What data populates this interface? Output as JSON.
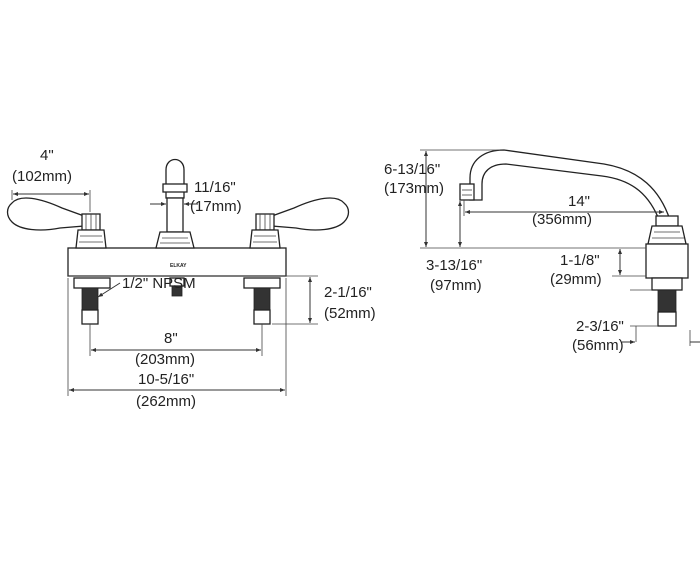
{
  "front_view": {
    "handle_width": {
      "inch": "4\"",
      "mm": "(102mm)"
    },
    "spout_diameter": {
      "inch": "11/16\"",
      "mm": "(17mm)"
    },
    "shank_height": {
      "inch": "2-1/16\"",
      "mm": "(52mm)"
    },
    "thread_label": "1/2\" NPSM",
    "center_spacing": {
      "inch": "8\"",
      "mm": "(203mm)"
    },
    "overall_width": {
      "inch": "10-5/16\"",
      "mm": "(262mm)"
    },
    "brand": "ELKAY"
  },
  "side_view": {
    "spout_height": {
      "inch": "6-13/16\"",
      "mm": "(173mm)"
    },
    "spout_reach": {
      "inch": "14\"",
      "mm": "(356mm)"
    },
    "outlet_height": {
      "inch": "3-13/16\"",
      "mm": "(97mm)"
    },
    "base_height": {
      "inch": "1-1/8\"",
      "mm": "(29mm)"
    },
    "shank_length": {
      "inch": "2-3/16\"",
      "mm": "(56mm)"
    }
  }
}
